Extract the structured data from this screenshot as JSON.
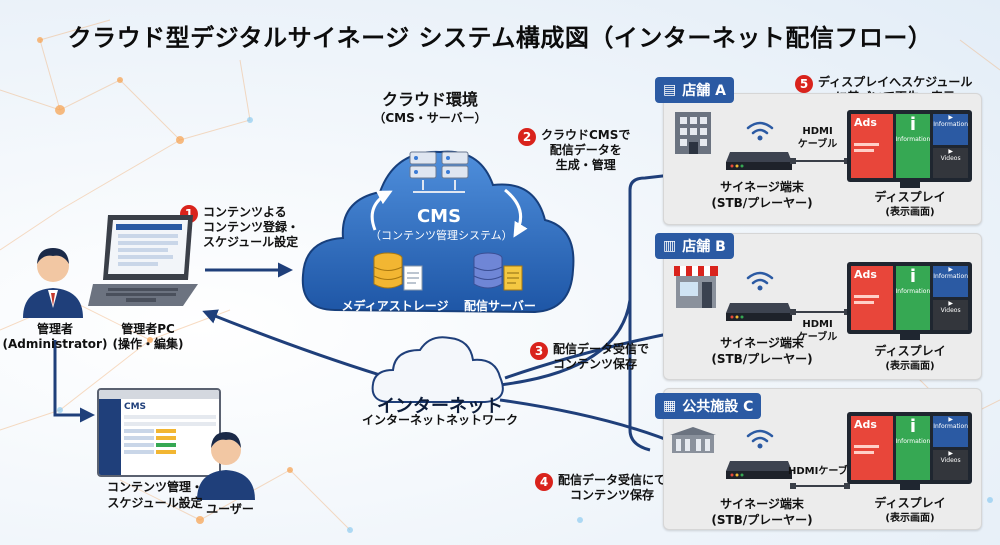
{
  "title": "クラウド型デジタルサイネージ システム構成図（インターネット配信フロー）",
  "cloud": {
    "heading": "クラウド環境",
    "heading_sub": "（CMS・サーバー）",
    "cms_title": "CMS",
    "cms_sub": "（コンテンツ管理システム）",
    "storage_label": "メディアストレージ",
    "server_label": "配信サーバー"
  },
  "internet": {
    "title": "インターネット",
    "sub": "インターネットネットワーク"
  },
  "admin": {
    "person_label": "管理者",
    "person_sub": "(Administrator)",
    "pc_label": "管理者PC",
    "pc_sub": "(操作・編集)"
  },
  "user": {
    "app_title": "CMS",
    "screen_label": "コンテンツ管理・\nスケジュール設定",
    "person_label": "ユーザー"
  },
  "steps": [
    {
      "num": "1",
      "text": "コンテンツよる\nコンテンツ登録・\nスケジュール設定"
    },
    {
      "num": "2",
      "text": "クラウドCMSで\n配信データを\n生成・管理"
    },
    {
      "num": "3",
      "text": "配信データ受信で\nコンテンツ保存"
    },
    {
      "num": "4",
      "text": "配信データ受信にて\nコンテンツ保存"
    },
    {
      "num": "5",
      "text": "ディスプレイへスケジュール\nに基づいて再生・表示"
    }
  ],
  "stores": [
    {
      "tag": "店舗 A",
      "stb_label": "サイネージ端末",
      "stb_sub": "(STB/プレーヤー)",
      "cable": "HDMI\nケーブル",
      "display_label": "ディスプレイ",
      "display_sub": "(表示画面)"
    },
    {
      "tag": "店舗 B",
      "stb_label": "サイネージ端末",
      "stb_sub": "(STB/プレーヤー)",
      "cable": "HDMI\nケーブル",
      "display_label": "ディスプレイ",
      "display_sub": "(表示画面)"
    },
    {
      "tag": "公共施設 C",
      "stb_label": "サイネージ端末",
      "stb_sub": "(STB/プレーヤー)",
      "cable": "HDMIケーブル",
      "display_label": "ディスプレイ",
      "display_sub": "(表示画面)"
    }
  ],
  "display_screen": {
    "ads": "Ads",
    "info_label": "Information",
    "tile1": "Information",
    "tile2": "Videos"
  },
  "colors": {
    "navy": "#1f3f7a",
    "accent_blue": "#2b5aa3",
    "cloud_blue": "#2f6fc0",
    "step_red": "#d9231c",
    "ads_red": "#e8463a",
    "info_green": "#36a853"
  }
}
